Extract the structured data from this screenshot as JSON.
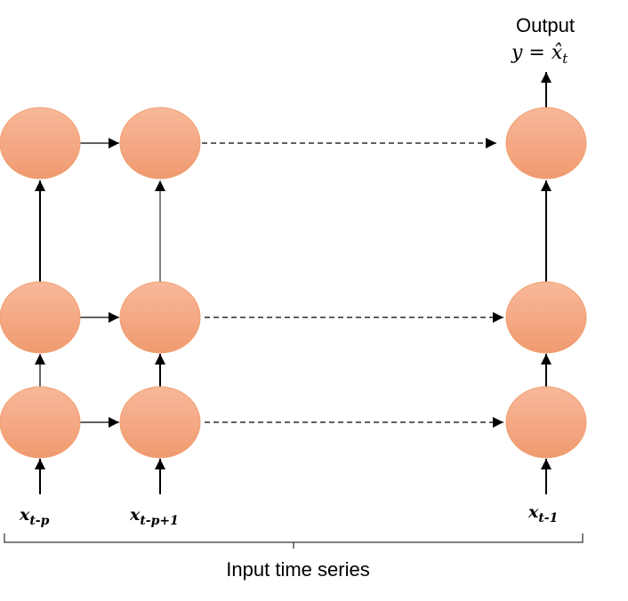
{
  "output": {
    "label": "Output",
    "formula": "y = x̂",
    "formula_sub": "t"
  },
  "inputs": [
    {
      "base": "x",
      "sub": "t-p"
    },
    {
      "base": "x",
      "sub": "t-p+1"
    },
    {
      "base": "x",
      "sub": "t-1"
    }
  ],
  "caption": "Input time series",
  "colors": {
    "node_top": "#f8b89a",
    "node_bottom": "#f09a70",
    "node_stroke": "#f0a070",
    "line": "#000000"
  }
}
